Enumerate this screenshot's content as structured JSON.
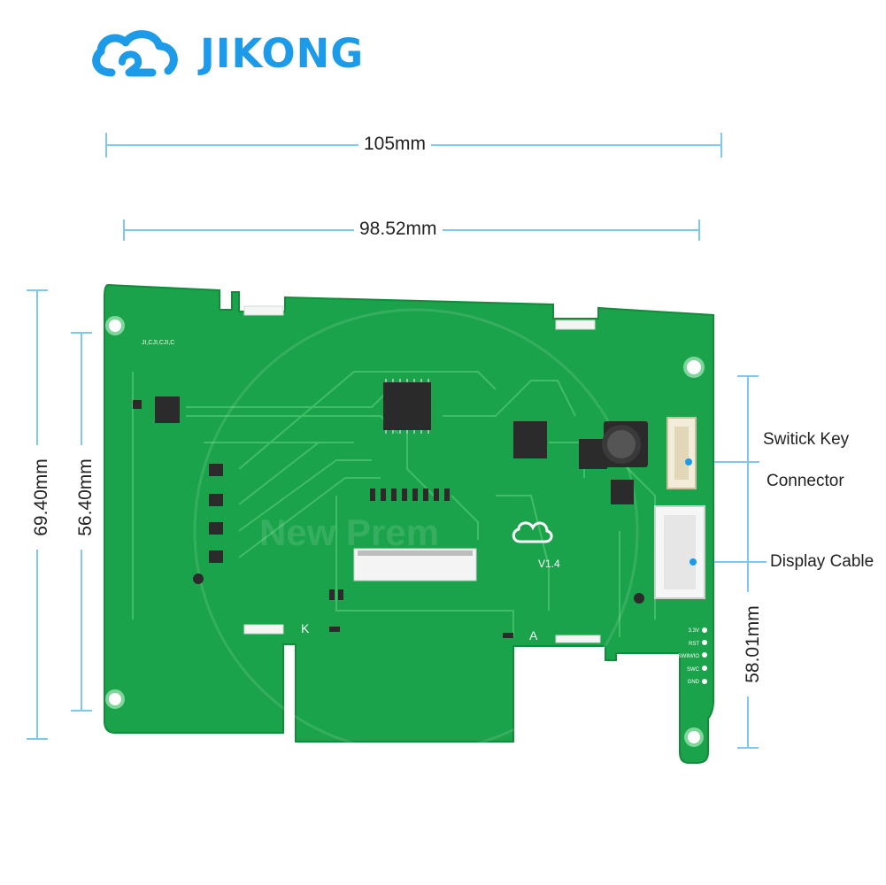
{
  "brand": {
    "name": "JIKONG",
    "color": "#1e9be8",
    "icon": "cloud-logo-icon"
  },
  "dimensions": {
    "overall_width": "105mm",
    "mounting_width": "98.52mm",
    "overall_height": "69.40mm",
    "mounting_height": "56.40mm",
    "tab_height": "58.01mm"
  },
  "callouts": {
    "switch_key_line1": "Switick Key",
    "switch_key_line2": "Connector",
    "display_cable": "Display Cable"
  },
  "board": {
    "color": "#1aa34a",
    "trace_color": "#45c06a",
    "silkscreen_text": "JI,CJI,CJI,C",
    "version": "V1.4",
    "pad_label_k": "K",
    "pad_label_a": "A",
    "pin_labels": [
      "3.3V",
      "RST",
      "SWIM/IO",
      "SWC",
      "GND"
    ],
    "watermark": "New Prem"
  },
  "dimension_line_color": "#7fc7ee"
}
